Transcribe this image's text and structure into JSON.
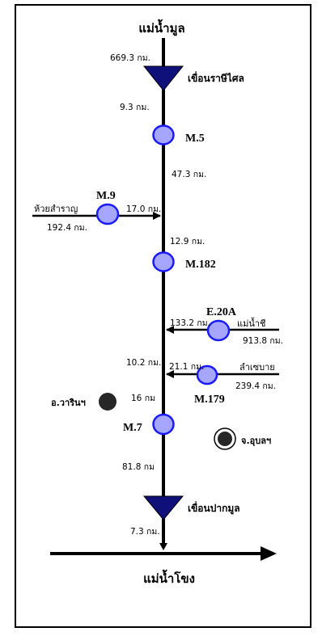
{
  "top_river": "แม่น้ำมูล",
  "bottom_river": "แม่น้ำโขง",
  "dams": {
    "upper": "เขื่อนราษีไศล",
    "lower": "เขื่อนปากมูล"
  },
  "stations": {
    "m5": "M.5",
    "m9": "M.9",
    "m182": "M.182",
    "e20a": "E.20A",
    "m179": "M.179",
    "m7": "M.7"
  },
  "tributaries": {
    "huai_samran": "ห้วยสำราญ",
    "chi": "แม่น้ำชี",
    "lam_se_bai": "ลำเซบาย"
  },
  "towns": {
    "warin": "อ.วารินฯ",
    "ubon": "จ.อุบลฯ"
  },
  "distances": {
    "d669_3": "669.3 กม.",
    "d9_3": "9.3 กม.",
    "d47_3": "47.3 กม.",
    "d17_0": "17.0 กม.",
    "d192_4": "192.4 กม.",
    "d12_9": "12.9 กม.",
    "d133_2": "133.2 กม.",
    "d913_8": "913.8 กม.",
    "d10_2": "10.2 กม.",
    "d21_1": "21.1 กม.",
    "d239_4": "239.4 กม.",
    "d16": "16 กม",
    "d81_8": "81.8 กม",
    "d7_3": "7.3 กม."
  },
  "colors": {
    "station_fill": "#a6a6ff",
    "station_stroke": "#1a1aff",
    "dam_fill": "#10107a",
    "line": "#000000",
    "town_fill": "#262626"
  }
}
